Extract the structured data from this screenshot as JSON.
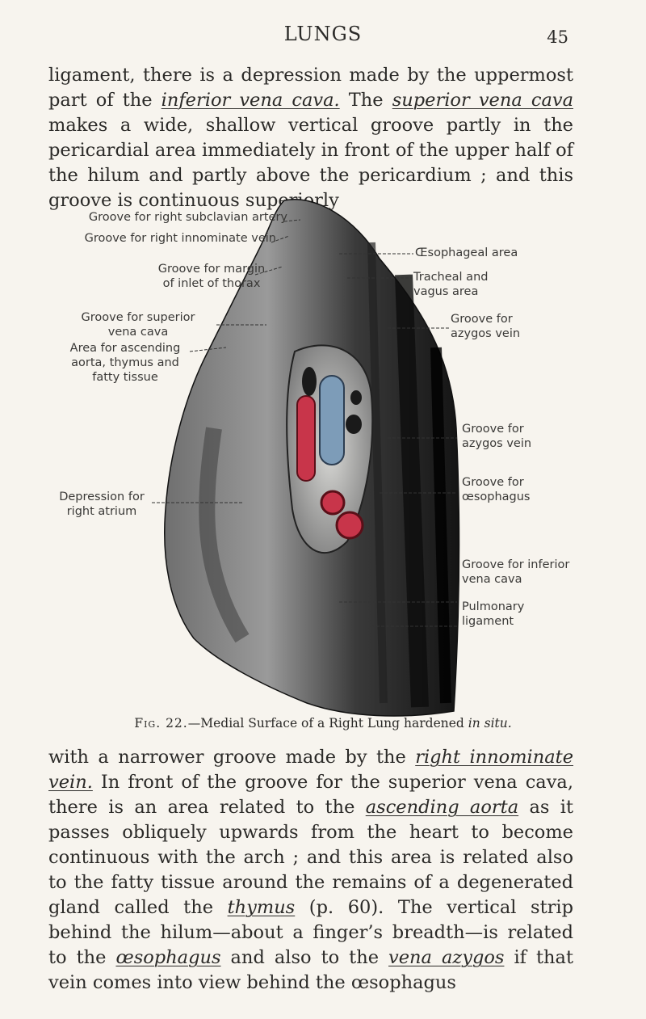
{
  "header": {
    "title": "LUNGS",
    "page_number": "45"
  },
  "paragraph_top": {
    "t1": "ligament, there is a depression made by the uppermost part of the ",
    "e1": "inferior vena cava.",
    "t2": " The ",
    "e2": "superior vena cava",
    "t3": " makes a wide, shallow vertical groove partly in the pericardial area immediately in front of the upper half of the hilum and partly above the pericardium ; and this groove is continuous superiorly"
  },
  "figure": {
    "labels": {
      "subclavian": "Groove for right subclavian artery",
      "innominate": "Groove for right innominate vein",
      "margin_line1": "Groove for margin",
      "margin_line2": "of inlet of thorax",
      "svc_line1": "Groove for superior",
      "svc_line2": "vena cava",
      "aorta_line1": "Area for ascending",
      "aorta_line2": "aorta, thymus and",
      "aorta_line3": "fatty tissue",
      "atrium_line1": "Depression for",
      "atrium_line2": "right atrium",
      "oesophageal": "Œsophageal area",
      "tracheal_line1": "Tracheal and",
      "tracheal_line2": "vagus area",
      "azygos1_line1": "Groove for",
      "azygos1_line2": "azygos vein",
      "azygos2_line1": "Groove for",
      "azygos2_line2": "azygos vein",
      "oesophagus_line1": "Groove for",
      "oesophagus_line2": "œsophagus",
      "ivc_line1": "Groove for inferior",
      "ivc_line2": "vena cava",
      "pulm_line1": "Pulmonary",
      "pulm_line2": "ligament"
    },
    "caption": {
      "fig_no": "Fig. 22.",
      "text": "—Medial Surface of a Right Lung hardened ",
      "italic": "in situ."
    }
  },
  "paragraph_bottom": {
    "t1": "with a narrower groove made by the ",
    "e1": "right innominate vein.",
    "t2": " In front of the groove for the superior vena cava, there is an area related to the ",
    "e2": "ascending aorta",
    "t3": " as it passes obliquely upwards from the heart to become continuous with the arch ; and this area is related also to the fatty tissue around the remains of a degenerated gland called the ",
    "e3": "thymus",
    "t4": " (p. 60). The vertical strip behind the hilum—about a finger’s breadth—is related to the ",
    "e4": "œsophagus",
    "t5": " and also to the ",
    "e5": "vena azygos",
    "t6": " if that vein comes into view behind the œsophagus"
  },
  "colors": {
    "paper": "#f7f4ee",
    "ink": "#2b2a28",
    "artery_red": "#c8354a",
    "vein_blue": "#7d9cb8",
    "lung_dark": "#1e1e1e"
  }
}
